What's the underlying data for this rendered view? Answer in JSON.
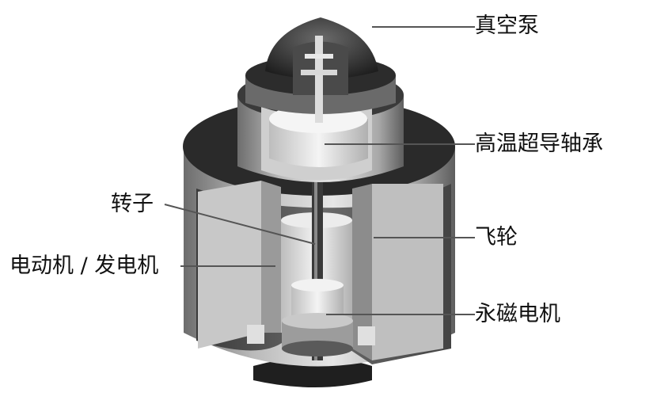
{
  "labels": {
    "vacuum_pump": "真空泵",
    "hts_bearing": "高温超导轴承",
    "rotor": "转子",
    "flywheel": "飞轮",
    "motor_generator": "电动机 / 发电机",
    "pm_motor": "永磁电机"
  },
  "colors": {
    "leader_line": "#555555",
    "dark_shell": "#2c2c2c",
    "mid_shell": "#8a8a8a",
    "light_shell": "#d9d9d9"
  }
}
